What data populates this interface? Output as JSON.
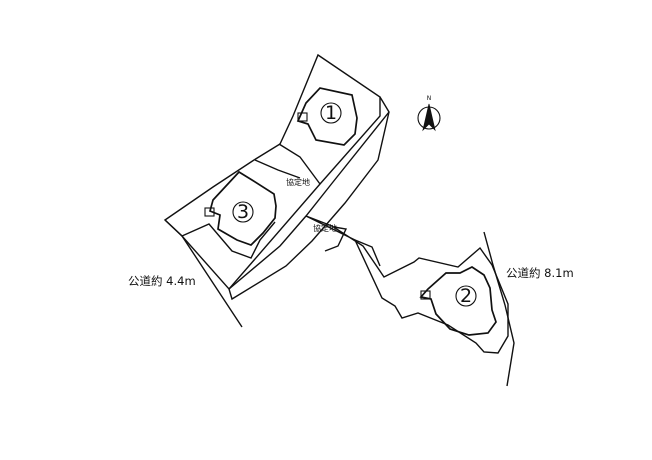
{
  "lots": [
    {
      "id": "lot-1",
      "label": "1"
    },
    {
      "id": "lot-2",
      "label": "2"
    },
    {
      "id": "lot-3",
      "label": "3"
    }
  ],
  "agreement_areas": [
    {
      "id": "agreement-area-upper",
      "label": "協定地"
    },
    {
      "id": "agreement-area-lower",
      "label": "協定地"
    }
  ],
  "roads": [
    {
      "id": "road-left",
      "label": "公道約 4.4m"
    },
    {
      "id": "road-right",
      "label": "公道約 8.1m"
    }
  ],
  "compass": {
    "north_label": "N"
  }
}
